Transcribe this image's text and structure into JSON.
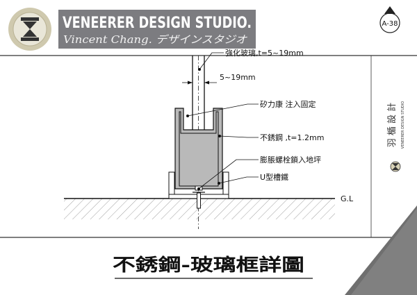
{
  "header": {
    "studio_name": "VENEERER DESIGN STUDIO.",
    "subtitle": "Vincent Chang. デザインスタジオ",
    "sheet_no": "A-38"
  },
  "side_brand": {
    "cn": "羽 楯 設 計",
    "en": "VENEERER DESIGN STUDIO"
  },
  "diagram": {
    "labels": {
      "glass": "強化玻璃,t=5~19mm",
      "gap": "5~19mm",
      "silicone": "矽力康 注入固定",
      "steel": "不銹鋼 ,t=1.2mm",
      "bolt": "膨脹螺栓鎖入地坪",
      "channel": "U型槽鐵",
      "ground": "G.L"
    }
  },
  "footer": {
    "title": "不銹鋼-玻璃框詳圖"
  },
  "colors": {
    "header_bg": "#7c7c80",
    "ink": "#1a1a1a",
    "silicone_fill": "#b9b9b9"
  }
}
